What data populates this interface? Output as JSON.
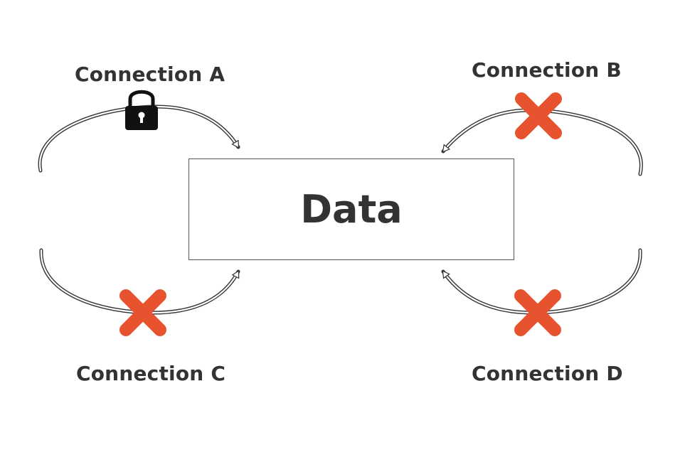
{
  "center": {
    "label": "Data"
  },
  "connections": [
    {
      "label": "Connection A",
      "status_icon": "lock-icon"
    },
    {
      "label": "Connection B",
      "status_icon": "cross-icon"
    },
    {
      "label": "Connection C",
      "status_icon": "cross-icon"
    },
    {
      "label": "Connection D",
      "status_icon": "cross-icon"
    }
  ],
  "colors": {
    "text": "#333333",
    "cross": "#E8532F",
    "lock": "#111111",
    "arrow_stroke": "#333333"
  }
}
